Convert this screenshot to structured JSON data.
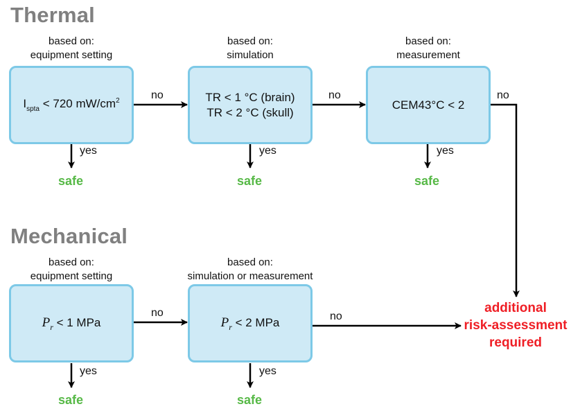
{
  "thermal": {
    "title": "Thermal",
    "steps": [
      {
        "caption_l1": "based on:",
        "caption_l2": "equipment setting",
        "cond_prefix": "I",
        "cond_sub": "spta",
        "cond_main": " < 720 mW/cm",
        "cond_sup": "2",
        "yes_label": "yes",
        "safe_label": "safe"
      },
      {
        "caption_l1": "based on:",
        "caption_l2": "simulation",
        "cond_line1": "TR < 1 °C (brain)",
        "cond_line2": "TR < 2 °C (skull)",
        "yes_label": "yes",
        "safe_label": "safe"
      },
      {
        "caption_l1": "based on:",
        "caption_l2": "measurement",
        "cond_line1": "CEM43°C < 2",
        "yes_label": "yes",
        "safe_label": "safe"
      }
    ],
    "no_labels": [
      "no",
      "no",
      "no"
    ]
  },
  "mechanical": {
    "title": "Mechanical",
    "steps": [
      {
        "caption_l1": "based on:",
        "caption_l2": "equipment setting",
        "cond_var": "P",
        "cond_sub": "r",
        "cond_rest": " < 1 MPa",
        "yes_label": "yes",
        "safe_label": "safe"
      },
      {
        "caption_l1": "based on:",
        "caption_l2": "simulation or measurement",
        "cond_var": "P",
        "cond_sub": "r",
        "cond_rest": " < 2 MPa",
        "yes_label": "yes",
        "safe_label": "safe"
      }
    ],
    "no_labels": [
      "no",
      "no"
    ]
  },
  "outcome": {
    "line1": "additional",
    "line2": "risk-assessment",
    "line3": "required"
  },
  "colors": {
    "box_fill": "#cfeaf6",
    "box_border": "#7dc9e7",
    "safe": "#57b947",
    "outcome": "#ef1e25",
    "title": "#808080"
  }
}
